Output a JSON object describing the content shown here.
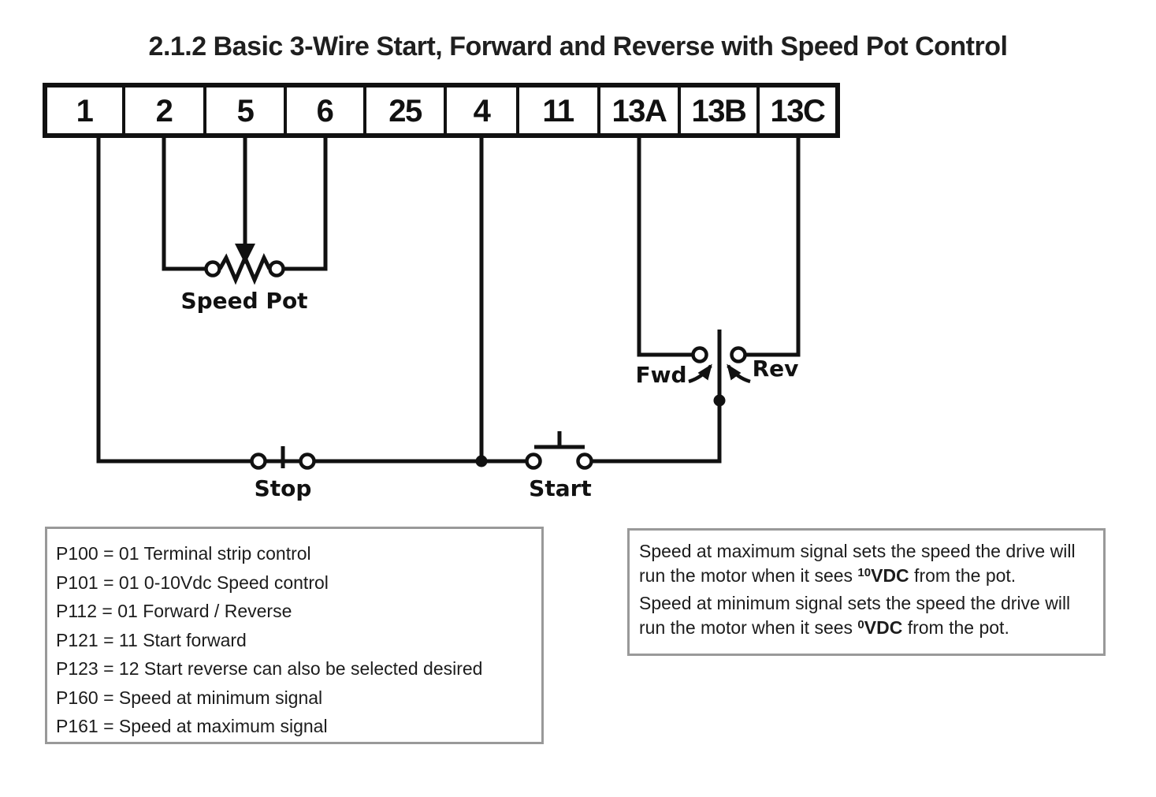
{
  "title": "2.1.2 Basic 3-Wire Start, Forward and Reverse with Speed Pot Control",
  "terminal_strip": {
    "terminals": [
      "1",
      "2",
      "5",
      "6",
      "25",
      "4",
      "11",
      "13A",
      "13B",
      "13C"
    ]
  },
  "labels": {
    "speed_pot": "Speed Pot",
    "stop": "Stop",
    "start": "Start",
    "forward": "Fwd",
    "reverse": "Rev"
  },
  "parameters_box": {
    "lines": [
      "P100 = 01 Terminal strip control",
      "P101 = 01 0-10Vdc Speed control",
      "P112 = 01 Forward / Reverse",
      "P121 = 11 Start forward",
      "P123 = 12 Start reverse can also be selected desired",
      "P160 = Speed at minimum signal",
      "P161 = Speed at maximum signal"
    ]
  },
  "notes_box": {
    "notes": [
      {
        "pre": "Speed at maximum signal sets the speed the drive will run the motor when it sees ",
        "sup": "10",
        "bold": "VDC",
        "post": " from the pot."
      },
      {
        "pre": "Speed at minimum signal sets the speed the drive will run the motor when it sees ",
        "sup": "0",
        "bold": "VDC",
        "post": " from the pot."
      }
    ]
  },
  "colors": {
    "wire": "#111111",
    "box_border": "#999999",
    "text": "#1a1a1a"
  }
}
